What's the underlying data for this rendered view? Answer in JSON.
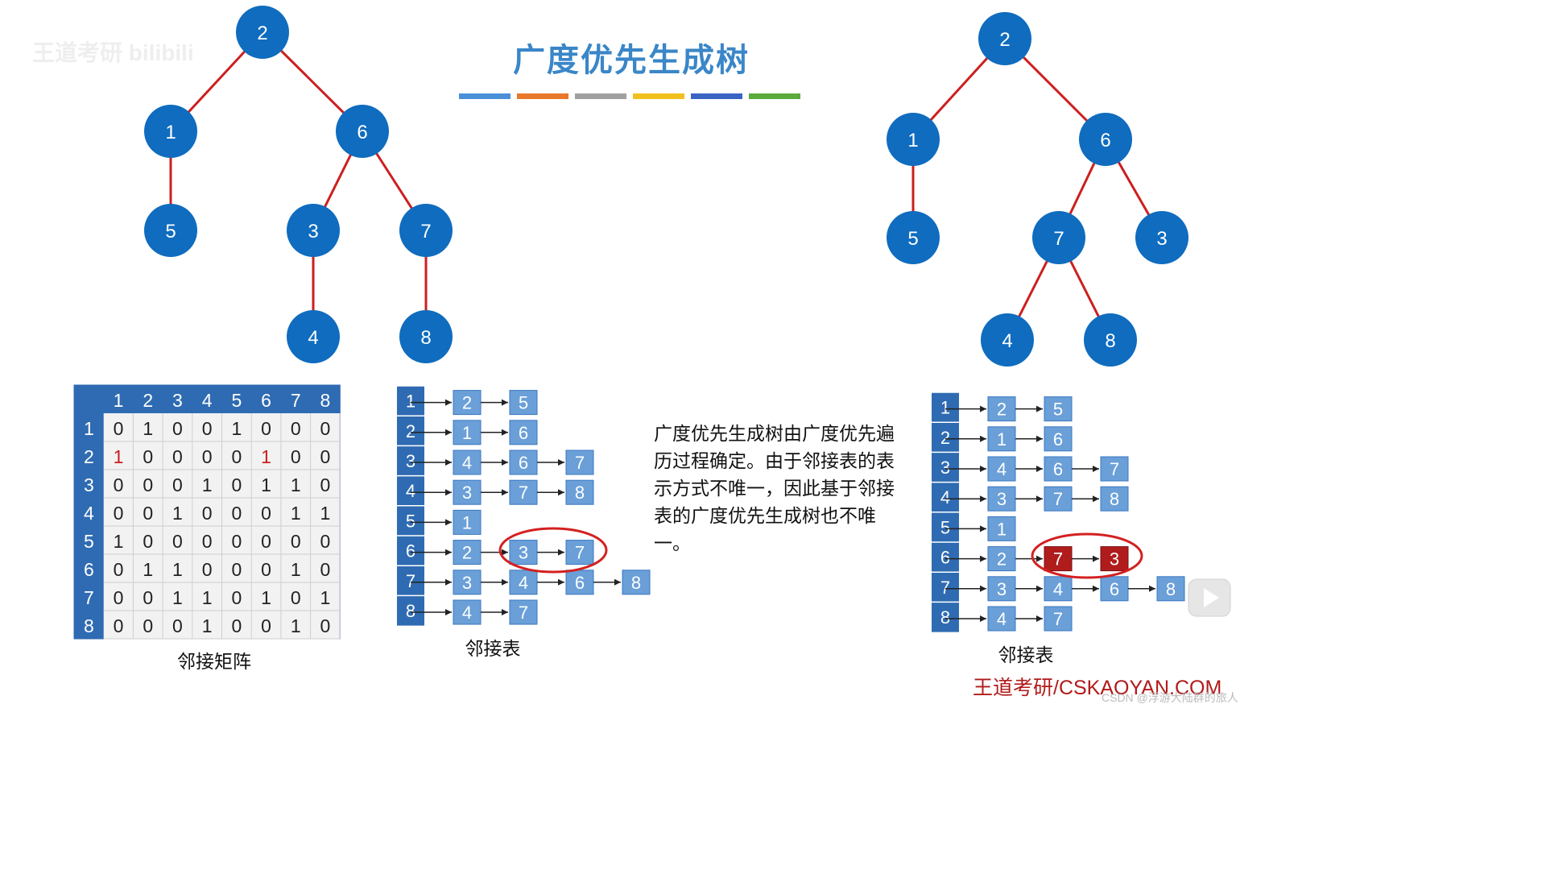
{
  "title": "广度优先生成树",
  "watermark_top": "王道考研 bilibili",
  "watermark_bottom": "CSDN @浮游大陆群的旅人",
  "brand": "王道考研/CSKAOYAN.COM",
  "note": "广度优先生成树由广度优先遍历过程确定。由于邻接表的表示方式不唯一，因此基于邻接表的广度优先生成树也不唯一。",
  "colors": {
    "node": "#0f6cbf",
    "edge": "#cc1f1f",
    "cell": "#6a9fd8",
    "cell_border": "#3b78c0",
    "header": "#2f6bb2",
    "highlight": "#b01c1c",
    "circle": "#d42020"
  },
  "color_bar": [
    "#4a90d9",
    "#e8782a",
    "#a0a0a0",
    "#f2c01e",
    "#3a64c4",
    "#5aab3c"
  ],
  "tree_left": {
    "nodes": [
      {
        "id": "2",
        "label": "2"
      },
      {
        "id": "1",
        "label": "1"
      },
      {
        "id": "6",
        "label": "6"
      },
      {
        "id": "5",
        "label": "5"
      },
      {
        "id": "3",
        "label": "3"
      },
      {
        "id": "7",
        "label": "7"
      },
      {
        "id": "4",
        "label": "4"
      },
      {
        "id": "8",
        "label": "8"
      }
    ],
    "edges": [
      [
        "2",
        "1"
      ],
      [
        "2",
        "6"
      ],
      [
        "1",
        "5"
      ],
      [
        "6",
        "3"
      ],
      [
        "6",
        "7"
      ],
      [
        "3",
        "4"
      ],
      [
        "7",
        "8"
      ]
    ]
  },
  "tree_right": {
    "nodes": [
      {
        "id": "2",
        "label": "2"
      },
      {
        "id": "1",
        "label": "1"
      },
      {
        "id": "6",
        "label": "6"
      },
      {
        "id": "5",
        "label": "5"
      },
      {
        "id": "7",
        "label": "7"
      },
      {
        "id": "3",
        "label": "3"
      },
      {
        "id": "4",
        "label": "4"
      },
      {
        "id": "8",
        "label": "8"
      }
    ],
    "edges": [
      [
        "2",
        "1"
      ],
      [
        "2",
        "6"
      ],
      [
        "1",
        "5"
      ],
      [
        "6",
        "7"
      ],
      [
        "6",
        "3"
      ],
      [
        "7",
        "4"
      ],
      [
        "7",
        "8"
      ]
    ]
  },
  "matrix": {
    "caption": "邻接矩阵",
    "headers": [
      "1",
      "2",
      "3",
      "4",
      "5",
      "6",
      "7",
      "8"
    ],
    "rows": [
      [
        "0",
        "1",
        "0",
        "0",
        "1",
        "0",
        "0",
        "0"
      ],
      [
        "1",
        "0",
        "0",
        "0",
        "0",
        "1",
        "0",
        "0"
      ],
      [
        "0",
        "0",
        "0",
        "1",
        "0",
        "1",
        "1",
        "0"
      ],
      [
        "0",
        "0",
        "1",
        "0",
        "0",
        "0",
        "1",
        "1"
      ],
      [
        "1",
        "0",
        "0",
        "0",
        "0",
        "0",
        "0",
        "0"
      ],
      [
        "0",
        "1",
        "1",
        "0",
        "0",
        "0",
        "1",
        "0"
      ],
      [
        "0",
        "0",
        "1",
        "1",
        "0",
        "1",
        "0",
        "1"
      ],
      [
        "0",
        "0",
        "0",
        "1",
        "0",
        "0",
        "1",
        "0"
      ]
    ],
    "red_cells": [
      [
        1,
        0
      ],
      [
        1,
        5
      ]
    ]
  },
  "adj_list_left": {
    "caption": "邻接表",
    "heads": [
      "1",
      "2",
      "3",
      "4",
      "5",
      "6",
      "7",
      "8"
    ],
    "lists": [
      [
        "2",
        "5"
      ],
      [
        "1",
        "6"
      ],
      [
        "4",
        "6",
        "7"
      ],
      [
        "3",
        "7",
        "8"
      ],
      [
        "1"
      ],
      [
        "2",
        "3",
        "7"
      ],
      [
        "3",
        "4",
        "6",
        "8"
      ],
      [
        "4",
        "7"
      ]
    ],
    "circled_row": 5
  },
  "adj_list_right": {
    "caption": "邻接表",
    "heads": [
      "1",
      "2",
      "3",
      "4",
      "5",
      "6",
      "7",
      "8"
    ],
    "lists": [
      [
        "2",
        "5"
      ],
      [
        "1",
        "6"
      ],
      [
        "4",
        "6",
        "7"
      ],
      [
        "3",
        "7",
        "8"
      ],
      [
        "1"
      ],
      [
        "2",
        "7",
        "3"
      ],
      [
        "3",
        "4",
        "6",
        "8"
      ],
      [
        "4",
        "7"
      ]
    ],
    "circled_row": 5,
    "highlight_row": 5
  }
}
